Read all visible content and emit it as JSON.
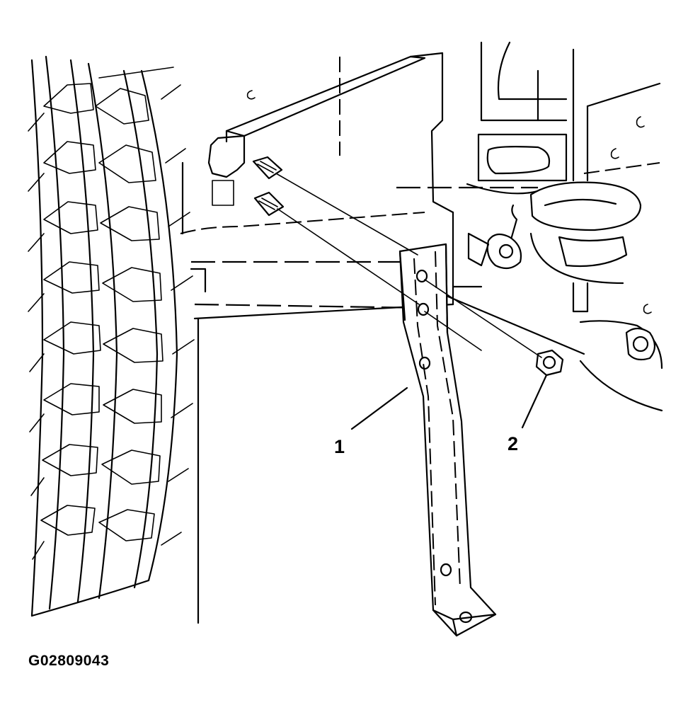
{
  "figure": {
    "id": "G02809043",
    "callouts": [
      {
        "number": "1",
        "part": "bracket"
      },
      {
        "number": "2",
        "part": "nut"
      }
    ]
  }
}
